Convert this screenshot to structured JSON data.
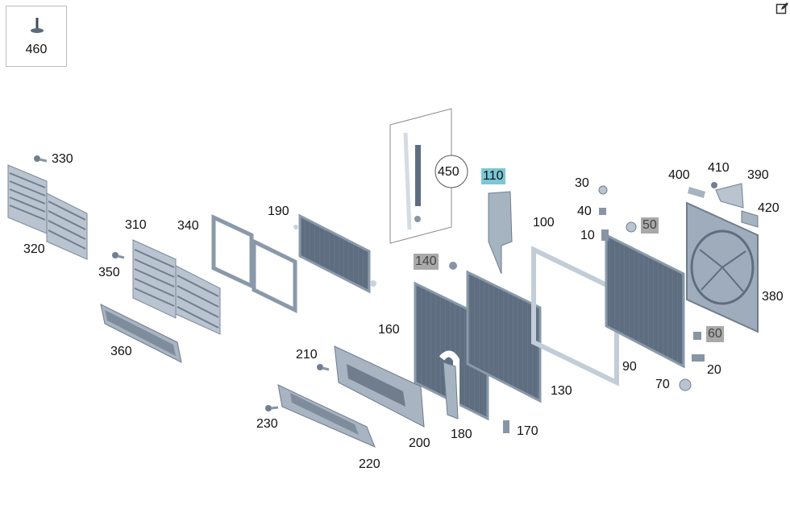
{
  "legend": {
    "part_number": "460"
  },
  "icons": {
    "edit": "edit-icon",
    "legend_part": "screw-icon"
  },
  "colors": {
    "part_fill": "#5b6b7c",
    "part_light": "#c9d3de",
    "part_edge": "#8a99aa",
    "highlight": "#7cc6d6",
    "muted": "#a9a9a9"
  },
  "callouts": {
    "p330": "330",
    "p320": "320",
    "p310": "310",
    "p350": "350",
    "p340": "340",
    "p360": "360",
    "p190": "190",
    "p450": "450",
    "p110": "110",
    "p140": "140",
    "p160": "160",
    "p210": "210",
    "p230": "230",
    "p220": "220",
    "p200": "200",
    "p180": "180",
    "p170": "170",
    "p130": "130",
    "p100": "100",
    "p30": "30",
    "p40": "40",
    "p10": "10",
    "p50": "50",
    "p90": "90",
    "p70": "70",
    "p20": "20",
    "p60": "60",
    "p400": "400",
    "p410": "410",
    "p390": "390",
    "p420": "420",
    "p380": "380"
  }
}
